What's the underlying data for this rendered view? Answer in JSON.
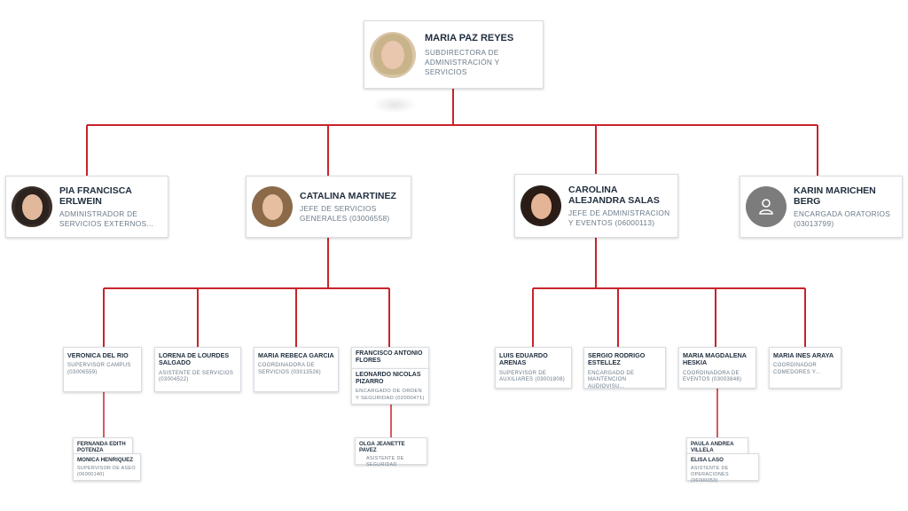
{
  "root": {
    "name": "MARIA PAZ REYES",
    "role": "SUBDIRECTORA DE ADMINISTRACIÓN Y SERVICIOS",
    "avatar_icon": "person-photo-icon"
  },
  "managers": [
    {
      "name": "PIA FRANCISCA ERLWEIN",
      "role": "ADMINISTRADOR DE SERVICIOS EXTERNOS...",
      "avatar_icon": "person-photo-icon"
    },
    {
      "name": "CATALINA MARTINEZ",
      "role": "JEFE DE SERVICIOS GENERALES (03006558)",
      "avatar_icon": "person-photo-icon"
    },
    {
      "name": "CAROLINA ALEJANDRA SALAS",
      "role": "JEFE DE ADMINISTRACION Y EVENTOS (06000113)",
      "avatar_icon": "person-photo-icon"
    },
    {
      "name": "KARIN MARICHEN BERG",
      "role": "ENCARGADA ORATORIOS (03013799)",
      "avatar_icon": "user-placeholder-icon"
    }
  ],
  "catalina_team": [
    {
      "name": "VERONICA DEL RIO",
      "role": "SUPERVISOR CAMPUS (03006559)"
    },
    {
      "name": "LORENA DE LOURDES SALGADO",
      "role": "ASISTENTE DE SERVICIOS (03004522)"
    },
    {
      "name": "MARIA REBECA GARCIA",
      "role": "COORDINADORA DE SERVICIOS (03013526)"
    },
    {
      "name": "FRANCISCO ANTONIO FLORES",
      "role": ""
    },
    {
      "name": "LEONARDO NICOLAS PIZARRO",
      "role": "ENCARGADO DE ORDEN Y SEGURIDAD (02000471)"
    }
  ],
  "carolina_team": [
    {
      "name": "LUIS EDUARDO ARENAS",
      "role": "SUPERVISOR DE AUXILIARES (03001808)"
    },
    {
      "name": "SERGIO RODRIGO ESTELLEZ",
      "role": "ENCARGADO DE MANTENCION AUDIOVISU..."
    },
    {
      "name": "MARIA MAGDALENA HESKIA",
      "role": "COORDINADORA DE EVENTOS (03003848)"
    },
    {
      "name": "MARIA INES ARAYA",
      "role": "COORDINADOR COMEDORES Y..."
    }
  ],
  "third_level": {
    "veronica_group": [
      {
        "name": "FERNANDA EDITH POTENZA",
        "role": ""
      },
      {
        "name": "MONICA HENRIQUEZ",
        "role": "SUPERVISOR DE ASEO (06000140)"
      }
    ],
    "leonardo_group": [
      {
        "name": "OLGA JEANETTE PAVEZ",
        "role": "ASISTENTE DE SEGURIDAD"
      }
    ],
    "magdalena_group": [
      {
        "name": "PAULA ANDREA VILLELA",
        "role": ""
      },
      {
        "name": "ELISA LASO",
        "role": "ASISTENTE DE OPERACIONES (06000053)"
      }
    ]
  },
  "colors": {
    "connector": "#c8232c",
    "card_border": "#d9dde2",
    "name_text": "#1f2d3d",
    "role_text": "#6b7a89"
  }
}
